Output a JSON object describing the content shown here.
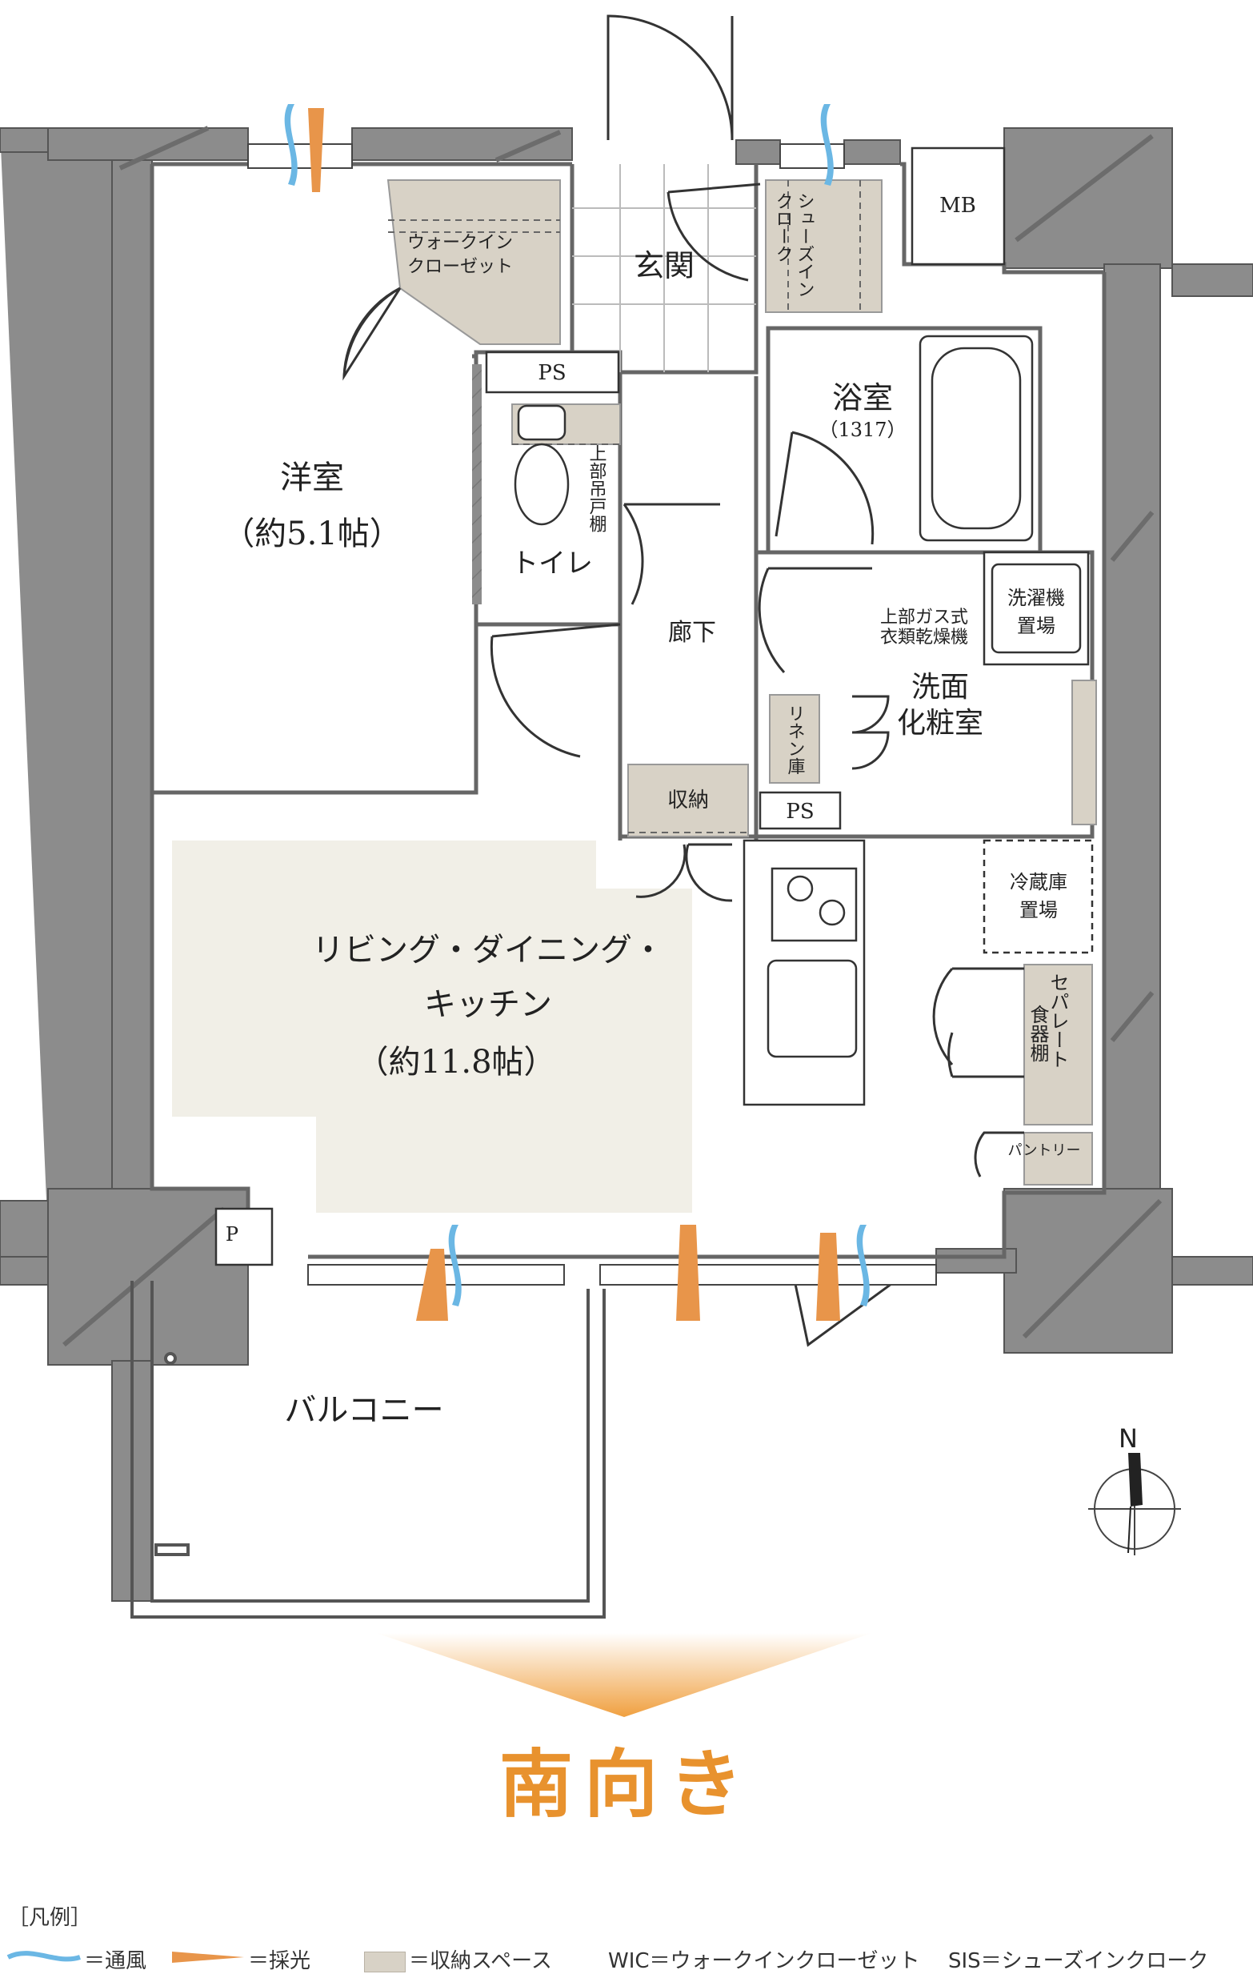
{
  "rooms": {
    "western_room": "洋室",
    "western_room_size": "（約5.1帖）",
    "wic": "ウォークイン\nクローゼット",
    "entrance": "玄関",
    "sis": "シューズイン\nクローク",
    "mb": "MB",
    "ps_top": "PS",
    "ps_mid": "PS",
    "bathroom": "浴室",
    "bathroom_size": "（1317）",
    "toilet": "トイレ",
    "upper_shelf": "上部吊戸棚",
    "corridor": "廊下",
    "dryer_note": "上部ガス式\n衣類乾燥機",
    "washer": "洗濯機\n置場",
    "washroom": "洗面\n化粧室",
    "linen": "リネン庫",
    "storage": "収納",
    "fridge": "冷蔵庫\n置場",
    "separate_cabinet": "セパレート食器棚",
    "pantry": "パントリー",
    "ldk_line1": "リビング・ダイニング・",
    "ldk_line2": "キッチン",
    "ldk_size": "（約11.8帖）",
    "p_label": "P",
    "balcony": "バルコニー"
  },
  "compass": {
    "north": "N"
  },
  "orientation_heading": "南向き",
  "legend": {
    "title": "［凡例］",
    "ventilation": "＝通風",
    "daylight": "＝採光",
    "storage_space": "＝収納スペース",
    "wic_def": "WIC＝ウォークインクローゼット",
    "sis_def": "SIS＝シューズインクローク"
  },
  "colors": {
    "wall": "#8c8c8c",
    "storage": "#d8d2c6",
    "ldk_fill": "#f1efe7",
    "ventilation": "#6bb7e4",
    "daylight": "#e8954a",
    "heading": "#e8922e"
  }
}
